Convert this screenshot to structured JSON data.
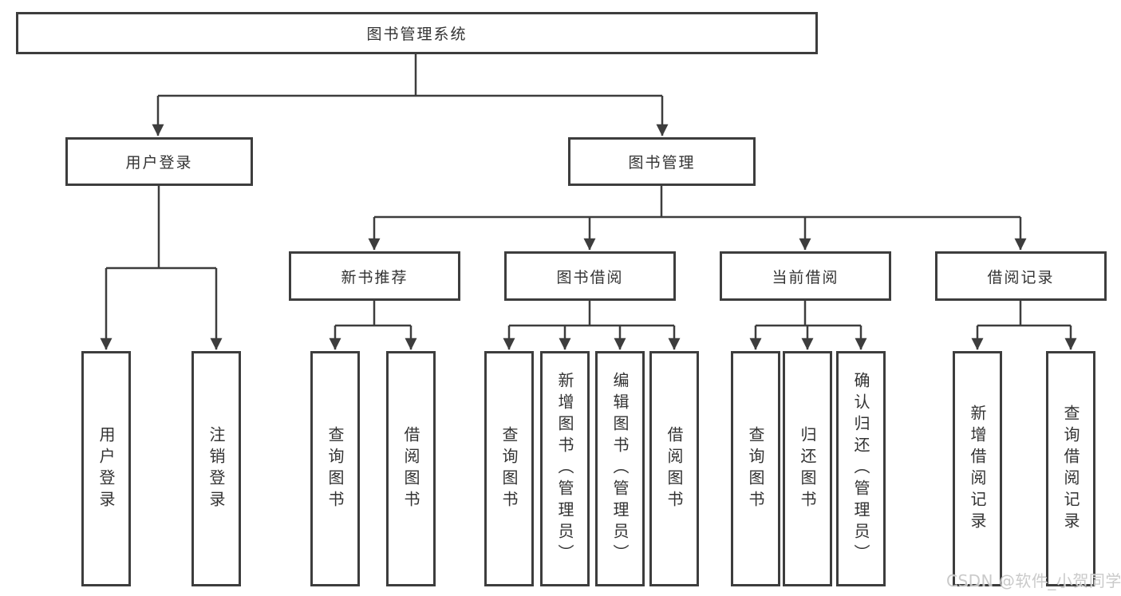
{
  "diagram": {
    "root_label": "图书管理系统",
    "level2": {
      "user_login": "用户登录",
      "book_management": "图书管理"
    },
    "level3": {
      "new_book": "新书推荐",
      "book_borrow": "图书借阅",
      "current_borrow": "当前借阅",
      "borrow_record": "借阅记录"
    },
    "leaves": {
      "user_login": [
        "用户登录",
        "注销登录"
      ],
      "new_book": [
        "查询图书",
        "借阅图书"
      ],
      "book_borrow": [
        "查询图书",
        "新增图书（管理员）",
        "编辑图书（管理员）",
        "借阅图书"
      ],
      "current_borrow": [
        "查询图书",
        "归还图书",
        "确认归还（管理员）"
      ],
      "borrow_record": [
        "新增借阅记录",
        "查询借阅记录"
      ]
    }
  },
  "watermark": {
    "text": "CSDN @软件_小贺同学"
  },
  "colors": {
    "line": "#3d3d3d",
    "border": "#3d3d3d",
    "text": "#333333",
    "watermark_text": "#c6c6c6",
    "background": "#ffffff"
  }
}
